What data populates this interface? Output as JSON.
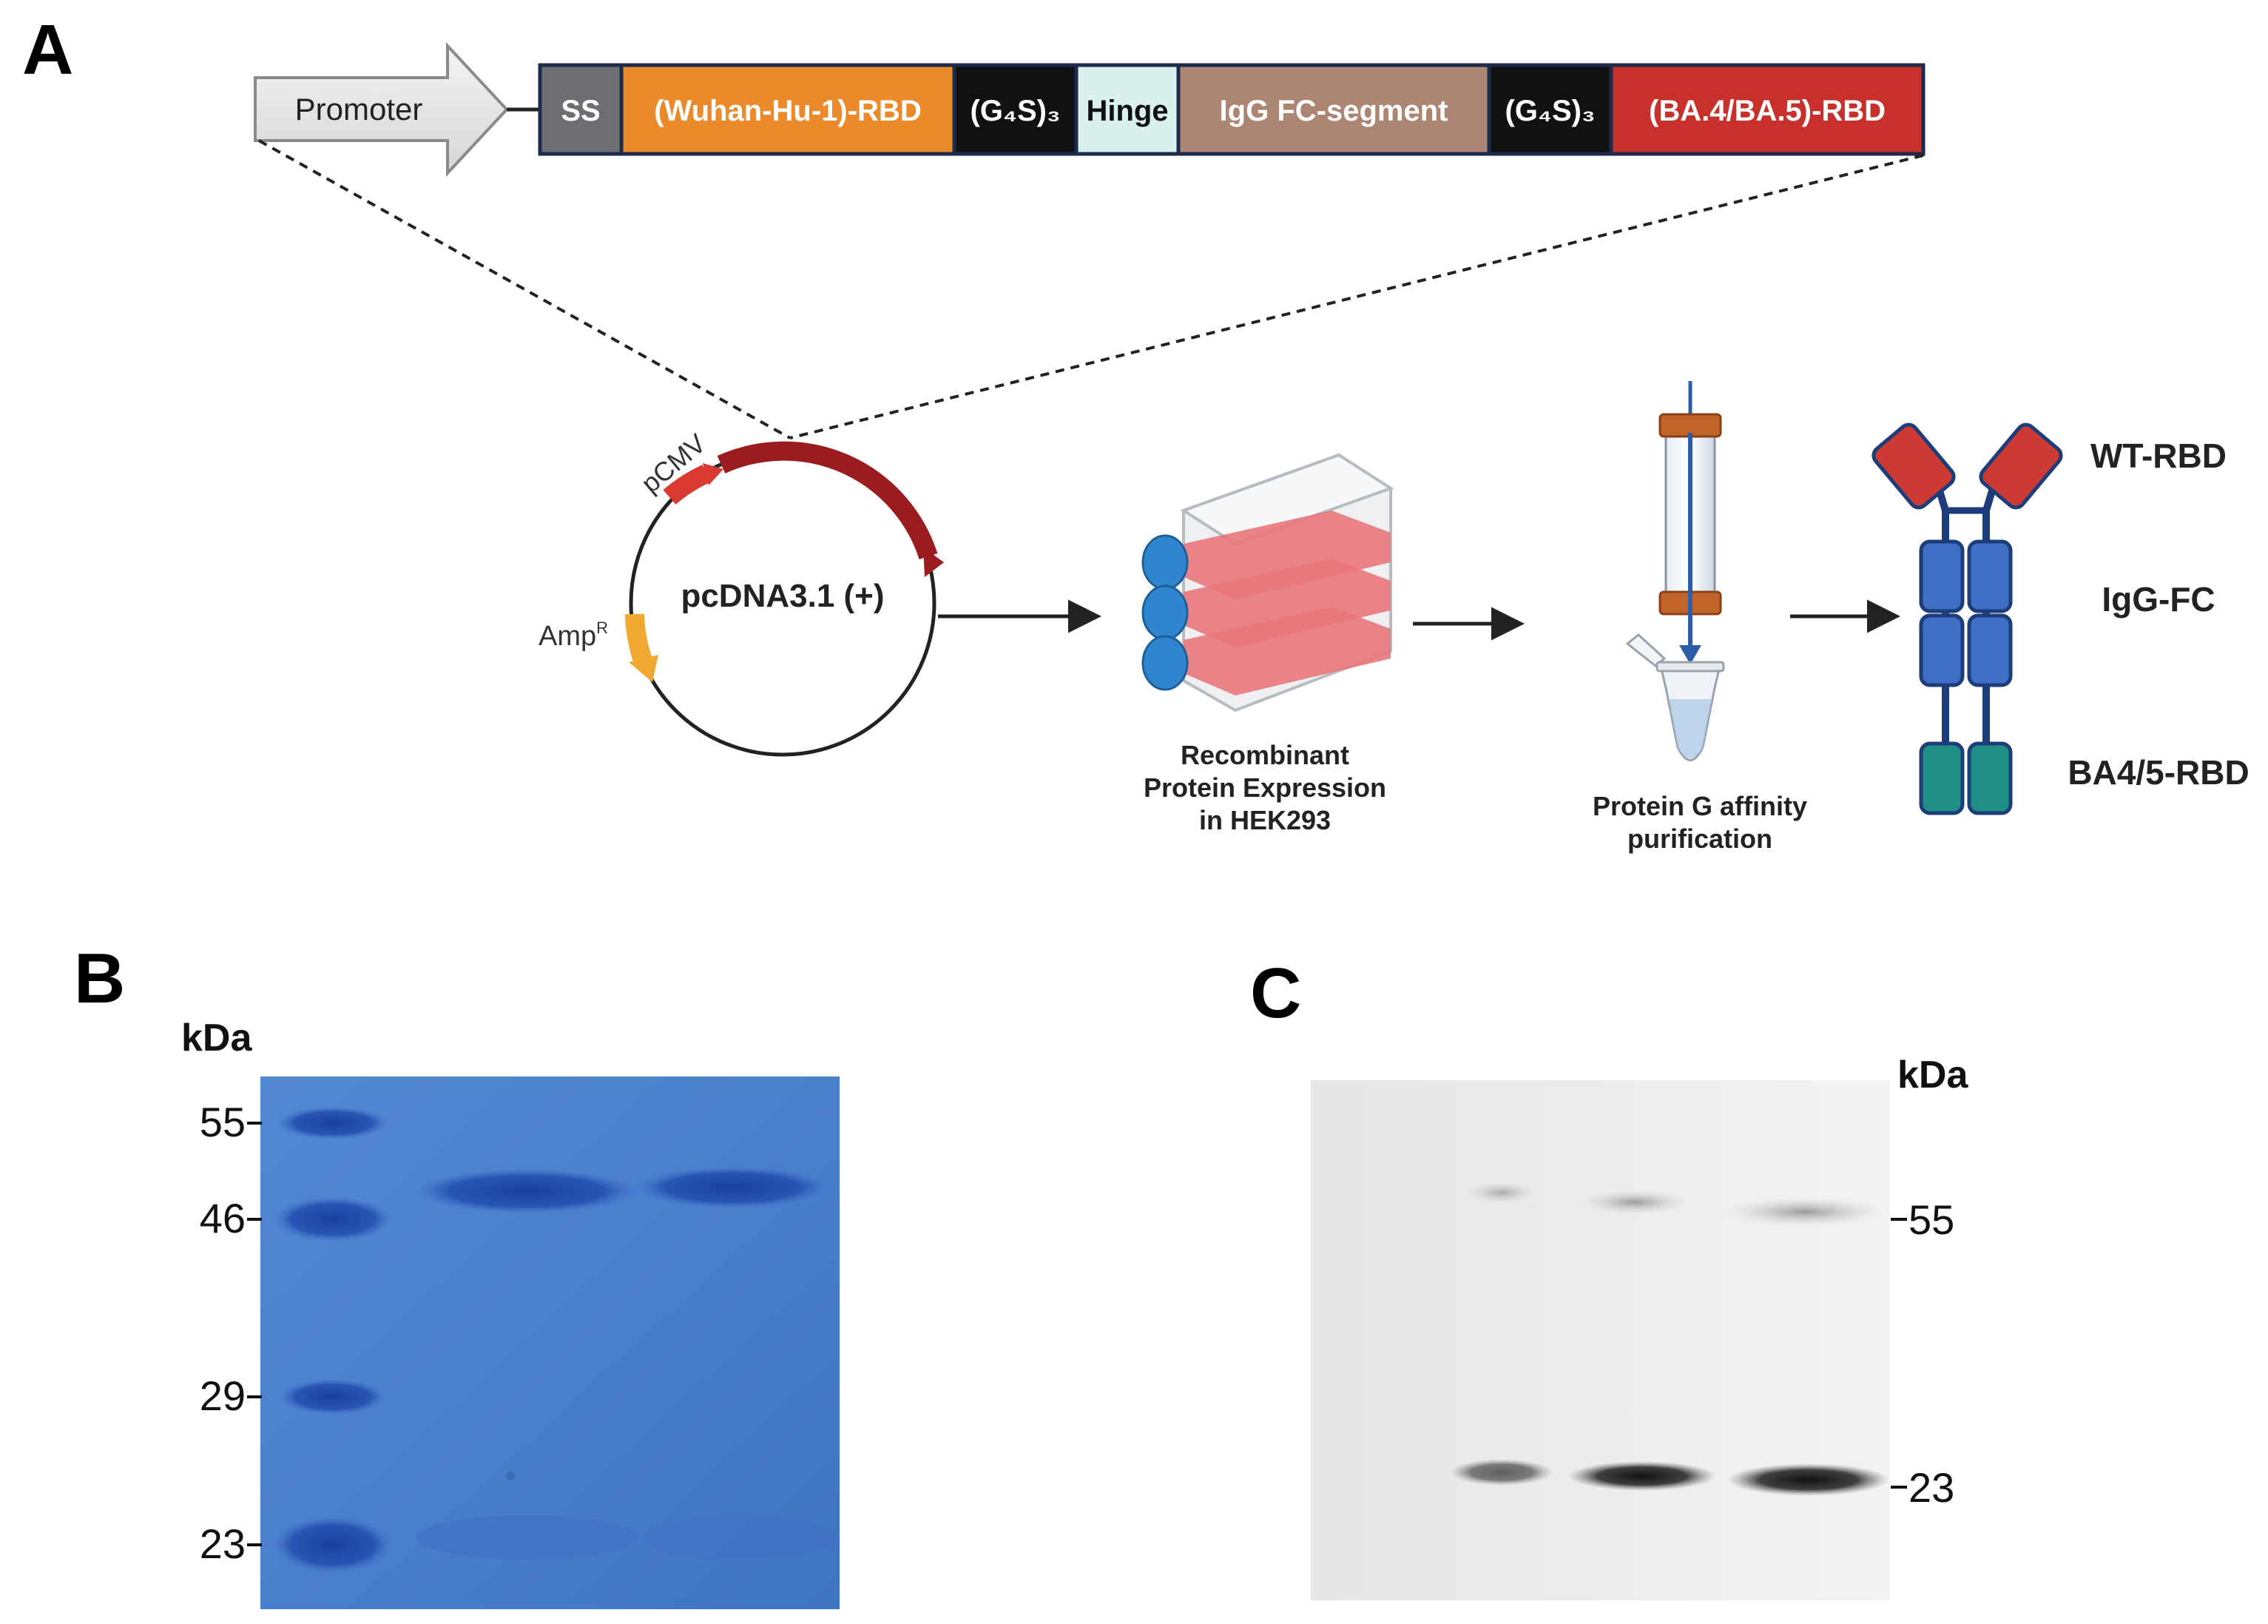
{
  "panel_a": {
    "panel_label": "A",
    "construct": {
      "promoter": "Promoter",
      "segments": [
        {
          "label": "SS",
          "color": "#6d6e71",
          "text_color": "#ffffff"
        },
        {
          "label": "(Wuhan-Hu-1)-RBD",
          "color": "#ea8a2b",
          "text_color": "#ffffff"
        },
        {
          "label": "(G₄S)₃",
          "color": "#111111",
          "text_color": "#ffffff"
        },
        {
          "label": "Hinge",
          "color": "#d8f1ee",
          "text_color": "#111111"
        },
        {
          "label": "IgG FC-segment",
          "color": "#ad8573",
          "text_color": "#ffffff"
        },
        {
          "label": "(G₄S)₃",
          "color": "#111111",
          "text_color": "#ffffff"
        },
        {
          "label": "(BA.4/BA.5)-RBD",
          "color": "#c8302c",
          "text_color": "#ffffff"
        }
      ]
    },
    "plasmid": {
      "name": "pcDNA3.1 (+)",
      "promoter_label": "pCMV",
      "resistance_label": "Amp",
      "resistance_superscript": "R"
    },
    "expression_caption": [
      "Recombinant",
      "Protein Expression",
      "in HEK293"
    ],
    "purification_caption": [
      "Protein G affinity",
      "purification"
    ],
    "antibody_labels": {
      "top": "WT-RBD",
      "middle": "IgG-FC",
      "bottom": "BA4/5-RBD"
    },
    "colors": {
      "plasmid_arc": "#9b1c1f",
      "pcmv": "#d83a30",
      "amp": "#f0a830",
      "flask_pink": "#e8777b",
      "cap_blue": "#2f86cf",
      "column_orange": "#c0642a",
      "arrow_blue": "#2a5ea8",
      "ab_red": "#cc3a34",
      "ab_blue": "#3e6fc4",
      "ab_teal": "#1f8f86",
      "ab_stroke": "#1d3d7a"
    }
  },
  "panel_b": {
    "panel_label": "B",
    "unit": "kDa",
    "markers": [
      "55",
      "46",
      "29",
      "23"
    ],
    "gel_color": "#4a7fcd"
  },
  "panel_c": {
    "panel_label": "C",
    "unit": "kDa",
    "markers": [
      "55",
      "23"
    ]
  }
}
